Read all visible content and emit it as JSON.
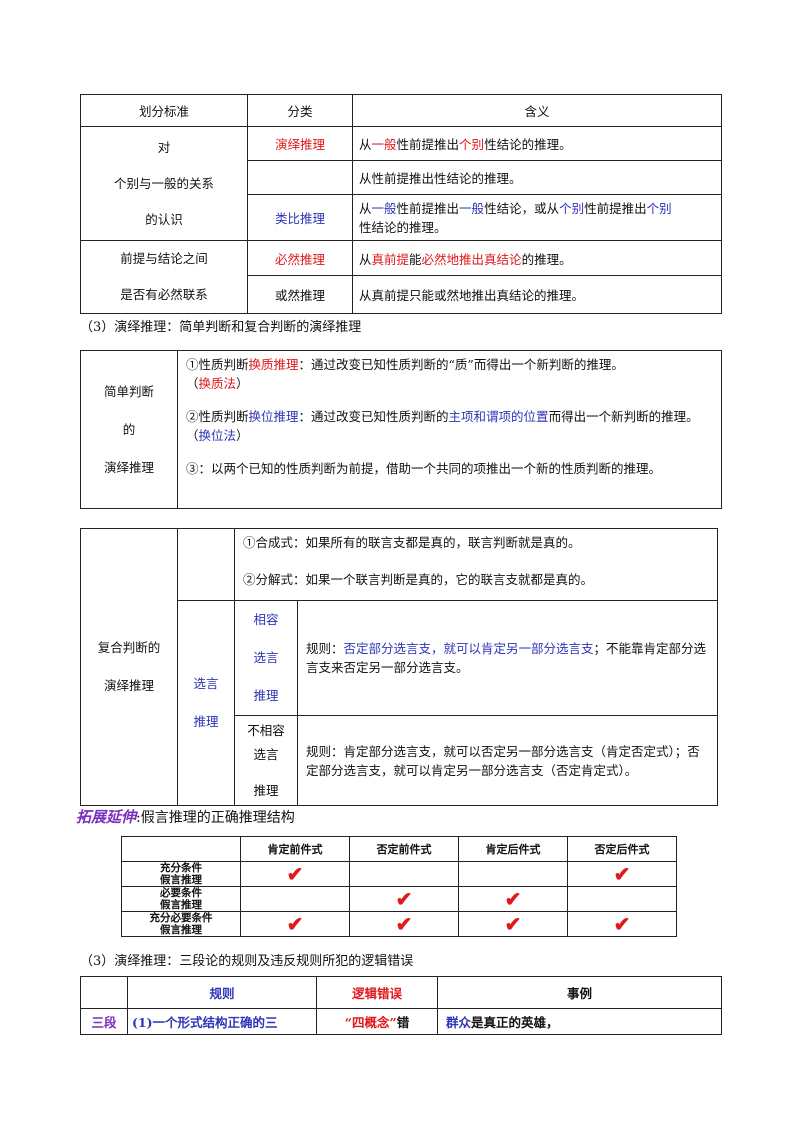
{
  "table1": {
    "headers": [
      "划分标准",
      "分类",
      "含义"
    ],
    "group1_label": [
      "对",
      "个别与一般的关系",
      "的认识"
    ],
    "rows": [
      {
        "type": "演绎推理",
        "meaning_parts": [
          "从",
          "一般",
          "性前提推出",
          "个别",
          "性结论的推理。"
        ]
      },
      {
        "type": "",
        "meaning": "从性前提推出性结论的推理。"
      },
      {
        "type": "类比推理",
        "meaning_parts": [
          "从",
          "一般",
          "性前提推出",
          "一般",
          "性结论，或从",
          "个别",
          "性前提推出",
          "个别",
          "性结论的推理。"
        ]
      }
    ],
    "group2_label": [
      "前提与结论之间",
      "是否有必然联系"
    ],
    "rows2": [
      {
        "type": "必然推理",
        "meaning_parts": [
          "从",
          "真前提",
          "能",
          "必然地推出真结论",
          "的推理。"
        ]
      },
      {
        "type": "或然推理",
        "meaning": "从真前提只能或然地推出真结论的推理。"
      }
    ]
  },
  "section1_title": "（3）演绎推理：简单判断和复合判断的演绎推理",
  "table2": {
    "label": [
      "简单判断",
      "的",
      "演绎推理"
    ],
    "item1": {
      "a": "①性质判断",
      "b": "换质推理",
      "c": "：通过改变已知性质判断的“质”而得出一个新判断的推理。",
      "d": "（",
      "e": "换质法",
      "f": "）"
    },
    "item2": {
      "a": "②性质判断",
      "b": "换位推理",
      "c": "：通过改变已知性质判断的",
      "d": "主项和谓项的位置",
      "e": "而得出一个新判断的推理。（",
      "f": "换位法",
      "g": "）"
    },
    "item3": "③：以两个已知的性质判断为前提，借助一个共同的项推出一个新的性质判断的推理。"
  },
  "table3": {
    "label": [
      "复合判断的",
      "演绎推理"
    ],
    "top1": "①合成式：如果所有的联言支都是真的，联言判断就是真的。",
    "top2": "②分解式：如果一个联言判断是真的，它的联言支就都是真的。",
    "select_label": [
      "选言",
      "推理"
    ],
    "compat_label": [
      "相容",
      "选言",
      "推理"
    ],
    "compat_rule": {
      "a": "规则：",
      "b": "否定部分选言支，就可以肯定另一部分选言支",
      "c": "；不能靠肯定部分选言支来否定另一部分选言支。"
    },
    "incompat_label": [
      "不相容",
      "选言",
      "推理"
    ],
    "incompat_rule": "规则：肯定部分选言支，就可以否定另一部分选言支（肯定否定式）；否定部分选言支，就可以肯定另一部分选言支（否定肯定式）。"
  },
  "extension": {
    "tag": "拓展延伸",
    "colon": ":",
    "title": "假言推理的正确推理结构"
  },
  "table4": {
    "headers": [
      "",
      "肯定前件式",
      "否定前件式",
      "肯定后件式",
      "否定后件式"
    ],
    "rows": [
      {
        "label": [
          "充分条件",
          "假言推理"
        ],
        "checks": [
          true,
          false,
          false,
          true
        ]
      },
      {
        "label": [
          "必要条件",
          "假言推理"
        ],
        "checks": [
          false,
          true,
          true,
          false
        ]
      },
      {
        "label": [
          "充分必要条件",
          "假言推理"
        ],
        "checks": [
          true,
          true,
          true,
          true
        ]
      }
    ],
    "check_glyph": "✔"
  },
  "section2_title": "（3）演绎推理：三段论的规则及违反规则所犯的逻辑错误",
  "table5": {
    "headers": [
      "",
      "规则",
      "逻辑错误",
      "事例"
    ],
    "row1": {
      "c1": "三段",
      "c2": "(1)一个形式结构正确的三",
      "c3a": "“四概念”",
      "c3b": "错",
      "c4a": "群众",
      "c4b": "是真正的英雄，"
    }
  },
  "colors": {
    "red": "#e0191c",
    "blue": "#2e35b8",
    "purple": "#7b2fbf"
  }
}
